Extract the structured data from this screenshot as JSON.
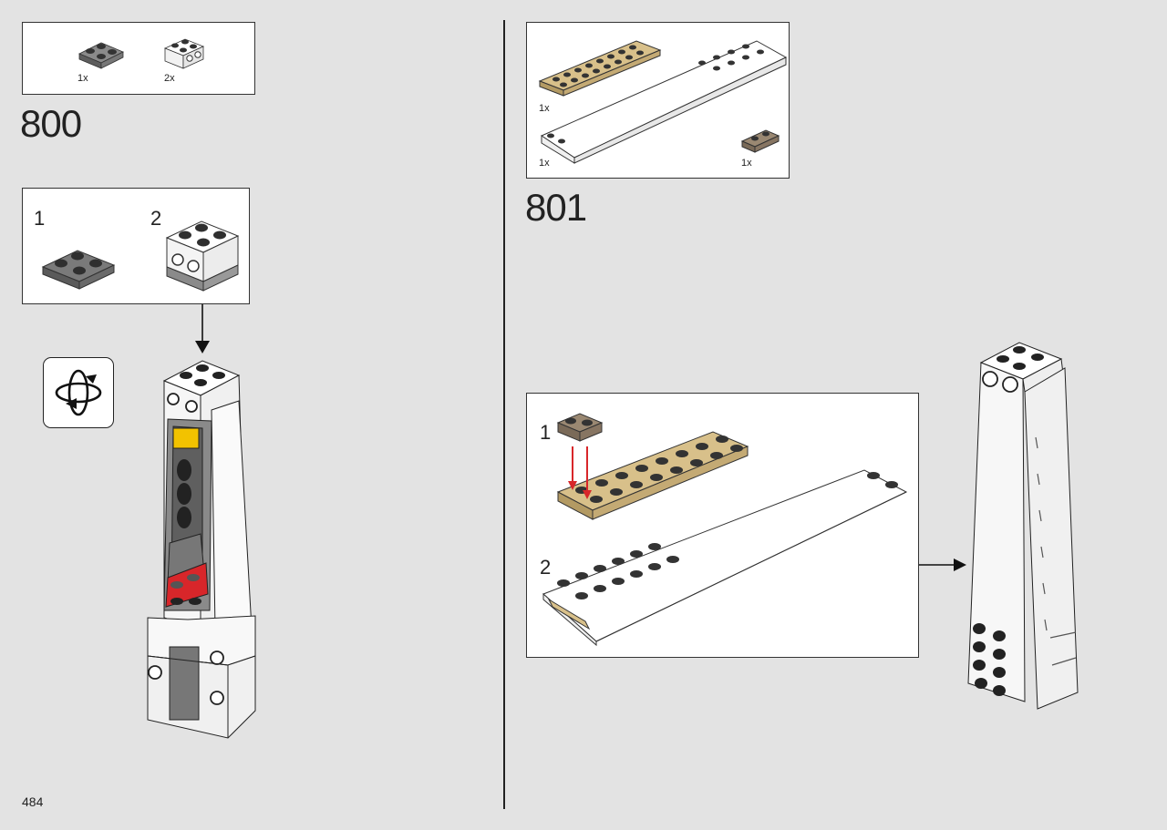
{
  "page": {
    "number": "484"
  },
  "left": {
    "parts_box": {
      "items": [
        {
          "qty": "1x",
          "part": "dark-grey-2x2-plate"
        },
        {
          "qty": "2x",
          "part": "white-2x2-brick-with-side-studs"
        }
      ]
    },
    "step_number": "800",
    "subassembly": {
      "labels": [
        "1",
        "2"
      ]
    },
    "rotate_icon": "rotate-model-icon"
  },
  "right": {
    "parts_box": {
      "items": [
        {
          "qty": "1x",
          "part": "tan-2x8-plate"
        },
        {
          "qty": "1x",
          "part": "white-long-wedge-slope"
        },
        {
          "qty": "1x",
          "part": "dark-tan-1x2-plate"
        }
      ]
    },
    "step_number": "801",
    "subassembly": {
      "labels": [
        "1",
        "2"
      ]
    }
  },
  "colors": {
    "background": "#e3e3e3",
    "tan": "#d8c08a",
    "dark_tan": "#9a8872",
    "red": "#d8262a",
    "yellow": "#f2c200",
    "dark_grey": "#6b6b6b"
  }
}
